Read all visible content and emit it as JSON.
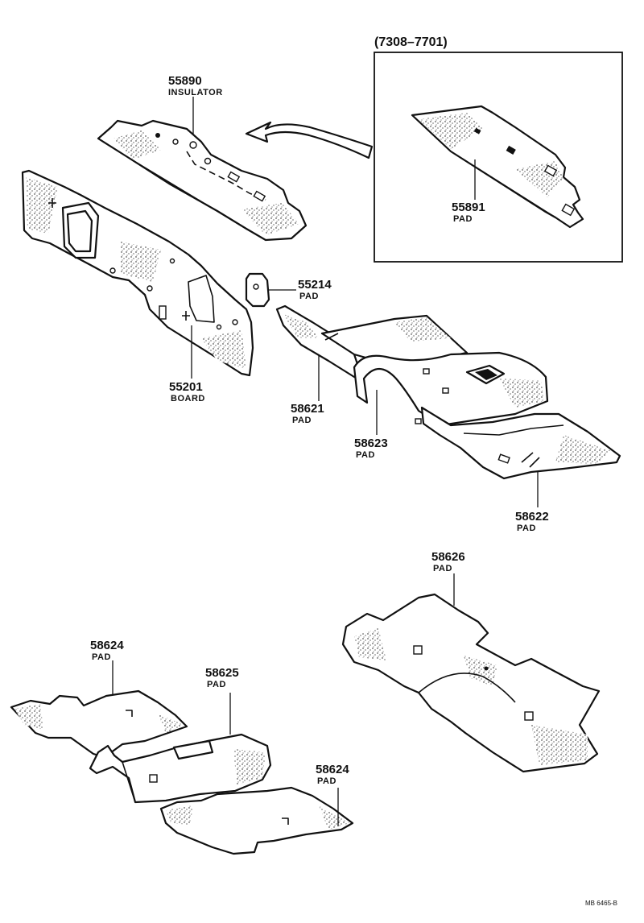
{
  "variant_box": {
    "date_range": "(7308–7701)"
  },
  "parts": [
    {
      "key": "insulator_55890",
      "number": "55890",
      "name": "INSULATOR"
    },
    {
      "key": "pad_55891",
      "number": "55891",
      "name": "PAD"
    },
    {
      "key": "pad_55214",
      "number": "55214",
      "name": "PAD"
    },
    {
      "key": "board_55201",
      "number": "55201",
      "name": "BOARD"
    },
    {
      "key": "pad_58621",
      "number": "58621",
      "name": "PAD"
    },
    {
      "key": "pad_58623",
      "number": "58623",
      "name": "PAD"
    },
    {
      "key": "pad_58622",
      "number": "58622",
      "name": "PAD"
    },
    {
      "key": "pad_58626",
      "number": "58626",
      "name": "PAD"
    },
    {
      "key": "pad_58624_a",
      "number": "58624",
      "name": "PAD"
    },
    {
      "key": "pad_58625",
      "number": "58625",
      "name": "PAD"
    },
    {
      "key": "pad_58624_b",
      "number": "58624",
      "name": "PAD"
    }
  ],
  "drawing_code": "MB  6465-B"
}
